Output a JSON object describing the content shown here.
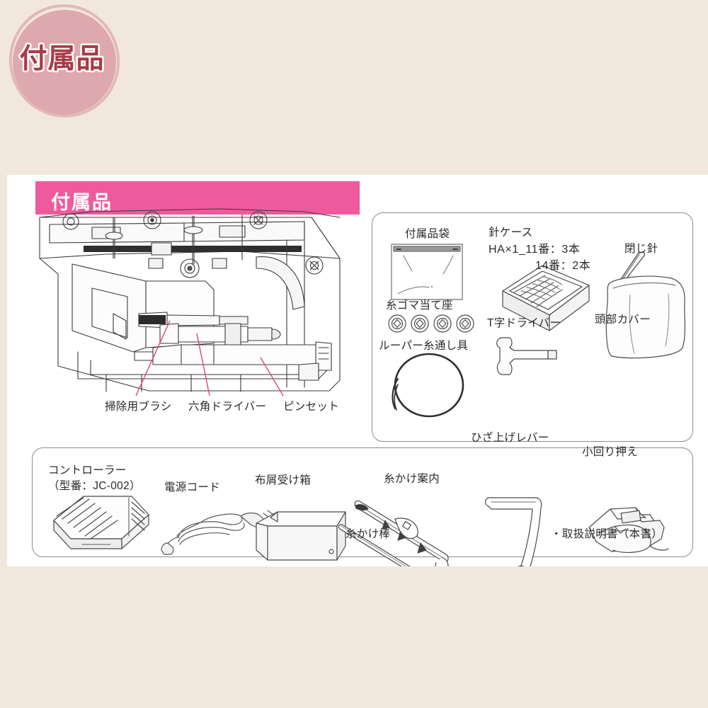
{
  "badge": {
    "label": "付属品",
    "fill": "#dda8ae",
    "ring": "#dfb0b2",
    "text_color": "#a83b45"
  },
  "section": {
    "title": "付属品",
    "bar_color": "#ef5a9c",
    "sheet_bg": "#ffffff",
    "page_bg": "#f2e7dc"
  },
  "machine_callouts": [
    {
      "label": "掃除用ブラシ",
      "leader_color": "#e0408b"
    },
    {
      "label": "六角ドライバー",
      "leader_color": "#e0408b"
    },
    {
      "label": "ピンセット",
      "leader_color": "#e0408b"
    }
  ],
  "parts_panel": {
    "items": [
      {
        "label": "付属品袋"
      },
      {
        "label": "針ケース"
      },
      {
        "label": "HA×1_11番：3本"
      },
      {
        "label": "14番：2本"
      },
      {
        "label": "閉じ針"
      },
      {
        "label": "糸ゴマ当て座"
      },
      {
        "label": "頭部カバー"
      },
      {
        "label": "ルーパー糸通し具"
      },
      {
        "label": "T字ドライバー"
      }
    ]
  },
  "accessory_panel": {
    "items": [
      {
        "label": "コントローラー"
      },
      {
        "label": "（型番：JC-002）"
      },
      {
        "label": "電源コード"
      },
      {
        "label": "布屑受け箱"
      },
      {
        "label": "糸かけ案内"
      },
      {
        "label": "糸かけ棒"
      },
      {
        "label": "ひざ上げレバー"
      },
      {
        "label": "小回り押え"
      },
      {
        "label": "・取扱説明書（本書）"
      }
    ]
  }
}
